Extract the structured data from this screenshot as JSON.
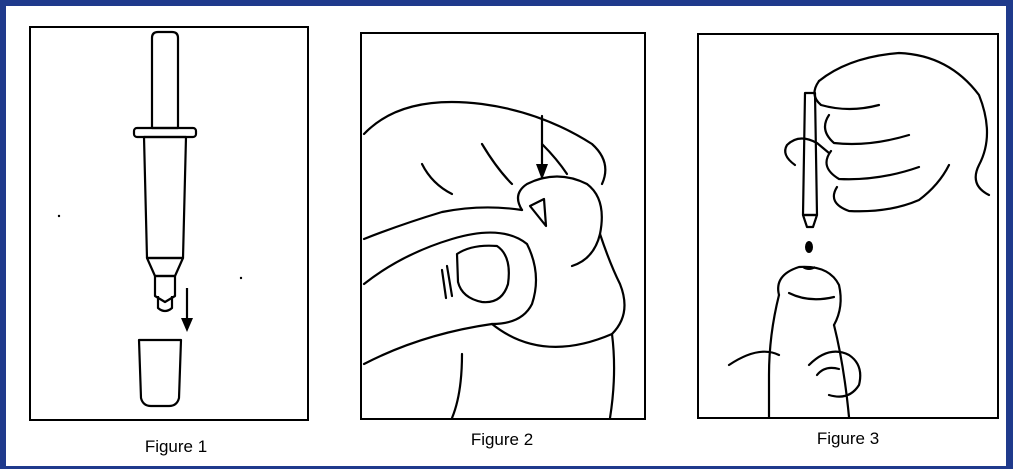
{
  "figures": [
    {
      "caption": "Figure 1",
      "icon": "applicator-with-cap-icon"
    },
    {
      "caption": "Figure 2",
      "icon": "fingers-opening-urethral-meatus-icon"
    },
    {
      "caption": "Figure 3",
      "icon": "applicator-drop-into-urethra-icon"
    }
  ],
  "colors": {
    "frame": "#1f3a8c",
    "line": "#000000",
    "paper": "#ffffff"
  }
}
